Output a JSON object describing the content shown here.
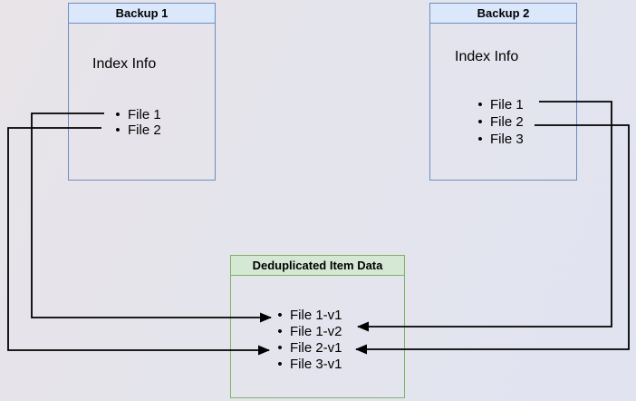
{
  "backup1": {
    "title": "Backup 1",
    "index_label": "Index Info",
    "files": [
      "File 1",
      "File 2"
    ]
  },
  "backup2": {
    "title": "Backup 2",
    "index_label": "Index Info",
    "files": [
      "File 1",
      "File 2",
      "File 3"
    ]
  },
  "dedup": {
    "title": "Deduplicated Item Data",
    "items": [
      "File 1-v1",
      "File 1-v2",
      "File 2-v1",
      "File 3-v1"
    ]
  },
  "connections": [
    {
      "from": "Backup 1 / File 1",
      "to": "File 1-v1",
      "side": "left"
    },
    {
      "from": "Backup 1 / File 2",
      "to": "File 2-v1",
      "side": "left"
    },
    {
      "from": "Backup 2 / File 1",
      "to": "File 1-v2",
      "side": "right"
    },
    {
      "from": "Backup 2 / File 2",
      "to": "File 2-v1",
      "side": "right"
    }
  ],
  "colors": {
    "blue_box_border": "#6c8ebf",
    "blue_header_fill": "#dbe8fc",
    "green_box_border": "#82b366",
    "green_header_fill": "#d5e8d4",
    "arrow": "#000000",
    "text": "#000000",
    "background": "#e4e4ec"
  }
}
